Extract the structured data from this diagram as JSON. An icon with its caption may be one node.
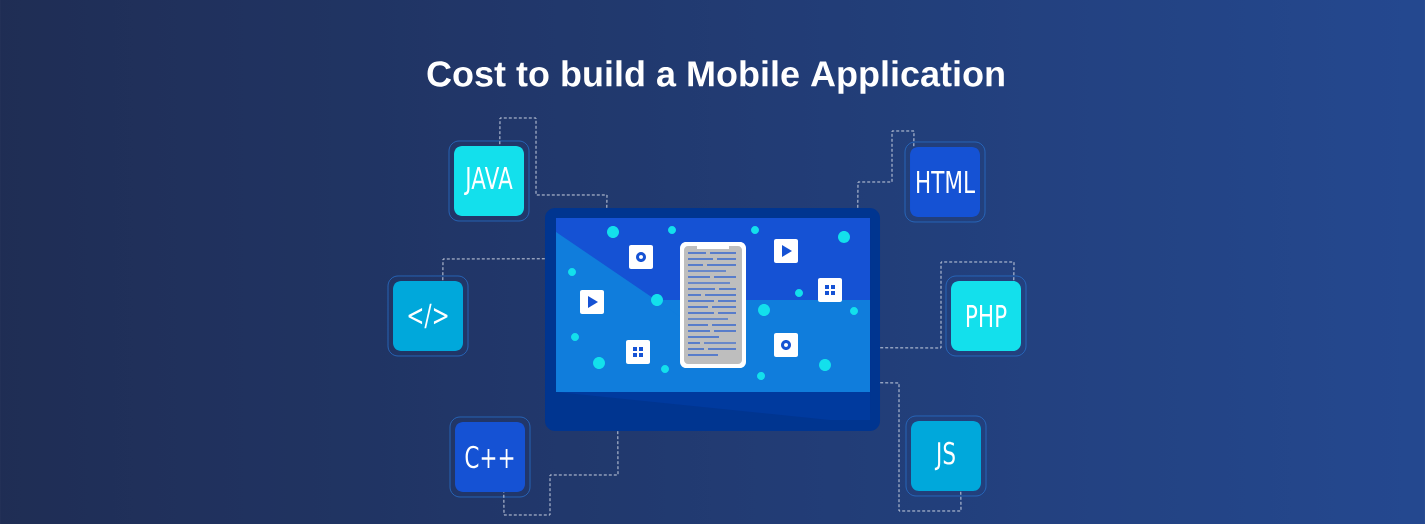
{
  "diagram": {
    "title": "Cost to build a Mobile Application",
    "nodes": [
      {
        "text": [],
        "shape": "picture"
      },
      {
        "text": [
          "JAVA"
        ]
      },
      {
        "text": [
          "</>"
        ]
      },
      {
        "text": [
          "C++"
        ]
      },
      {
        "text": [
          "HTML"
        ]
      },
      {
        "text": [
          "PHP"
        ]
      },
      {
        "text": [
          "JS"
        ]
      }
    ],
    "edges": [
      {
        "from": 0,
        "to": 1,
        "arrow": "none",
        "style": "dashed"
      },
      {
        "from": 0,
        "to": 2,
        "arrow": "none",
        "style": "dashed"
      },
      {
        "from": 0,
        "to": 3,
        "arrow": "none",
        "style": "dashed"
      },
      {
        "from": 0,
        "to": 4,
        "arrow": "none",
        "style": "dashed"
      },
      {
        "from": 0,
        "to": 5,
        "arrow": "none",
        "style": "dashed"
      },
      {
        "from": 0,
        "to": 6,
        "arrow": "none",
        "style": "dashed"
      }
    ]
  }
}
